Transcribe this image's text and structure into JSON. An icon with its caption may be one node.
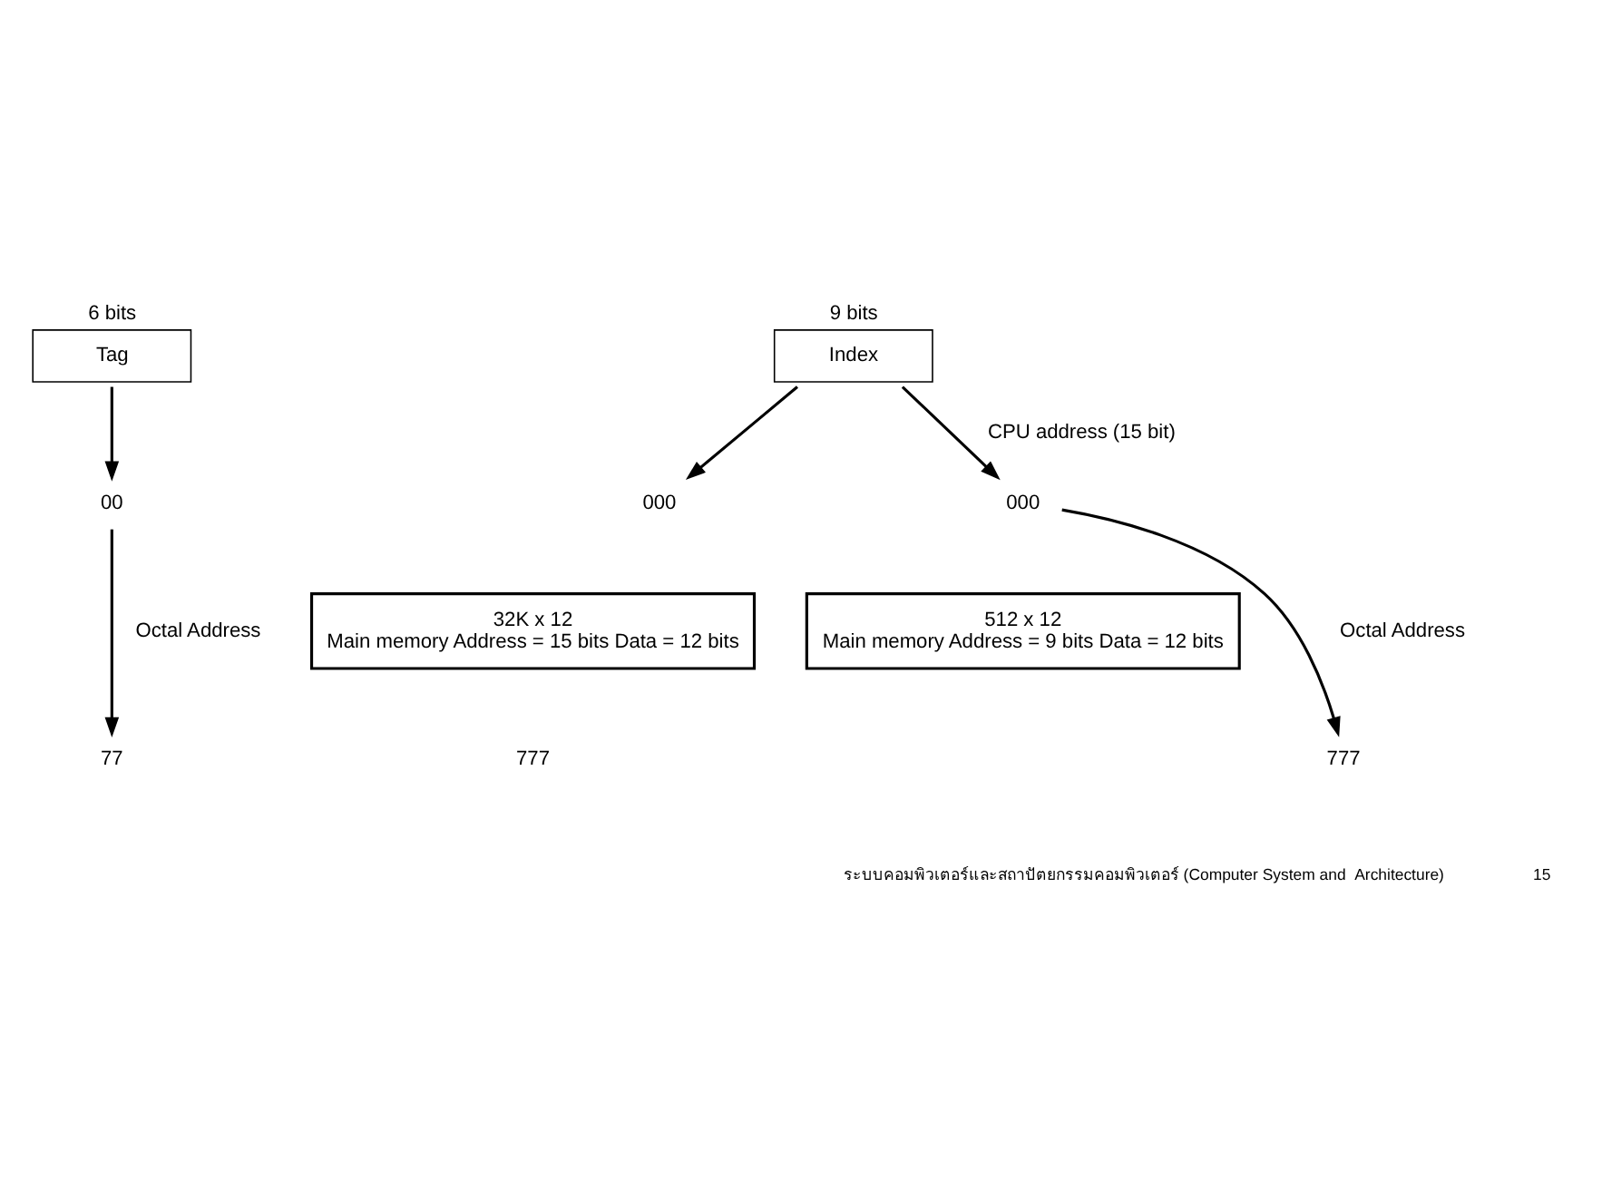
{
  "diagram": {
    "nodes": [
      {
        "text": [
          "Tag"
        ],
        "beside": [
          "6 bits"
        ]
      },
      {
        "text": [
          "Index"
        ],
        "beside": [
          "9 bits"
        ]
      },
      {
        "text": [
          "00"
        ]
      },
      {
        "text": [
          "000"
        ]
      },
      {
        "text": [
          "32K x 12",
          "Main memory Address = 15 bits Data = 12 bits"
        ]
      },
      {
        "text": [
          "77"
        ]
      },
      {
        "text": [
          "777"
        ]
      },
      {
        "text": [
          "000"
        ]
      },
      {
        "text": [
          "512 x 12",
          "Main memory Address = 9 bits Data = 12 bits"
        ]
      },
      {
        "text": [
          "777"
        ]
      }
    ],
    "edges": [
      {
        "from": 0,
        "to": 2,
        "arrow": "to"
      },
      {
        "from": 1,
        "to": 3,
        "arrow": "to"
      },
      {
        "from": 1,
        "to": 7,
        "arrow": "to",
        "label": "CPU address (15 bit)"
      },
      {
        "from": 2,
        "to": 5,
        "arrow": "to",
        "label": "Octal Address"
      },
      {
        "from": 7,
        "to": 9,
        "arrow": "to",
        "label": "Octal Address"
      }
    ],
    "labels": [
      "ระบบคอมพิวเตอร์และสถาปัตยกรรมคอมพิวเตอร์ (Computer System and  Architecture)",
      "15"
    ]
  }
}
